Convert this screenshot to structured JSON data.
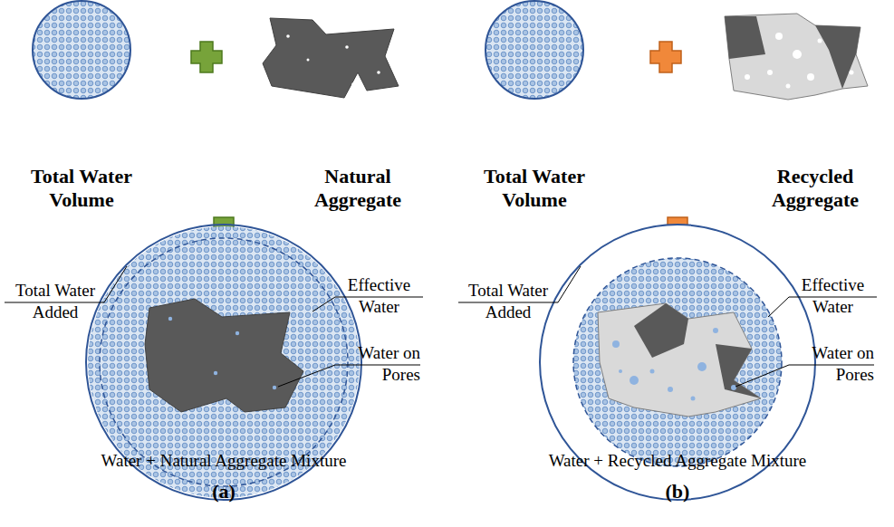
{
  "diagram": {
    "labels": [
      "Total Water Volume",
      "Natural Aggregate",
      "Total Water Added",
      "Effective Water",
      "Water on Pores",
      "Water + Natural Aggregate Mixture",
      "(a)",
      "Total Water Volume",
      "Recycled Aggregate",
      "Total Water Added",
      "Effective Water",
      "Water on Pores",
      "Water + Recycled Aggregate Mixture",
      "(b)"
    ]
  }
}
